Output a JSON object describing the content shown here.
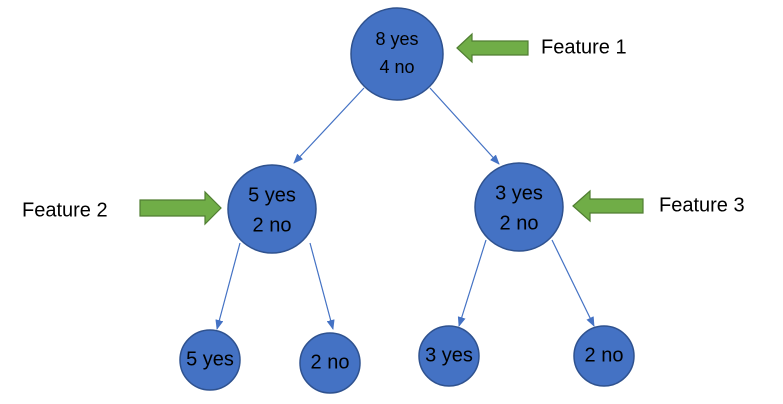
{
  "nodes": {
    "root": {
      "line1": "8 yes",
      "line2": "4 no"
    },
    "left": {
      "line1": "5 yes",
      "line2": "2 no"
    },
    "right": {
      "line1": "3 yes",
      "line2": "2 no"
    },
    "left_left": {
      "line1": "5 yes"
    },
    "left_right": {
      "line1": "2 no"
    },
    "right_left": {
      "line1": "3 yes"
    },
    "right_right": {
      "line1": "2 no"
    }
  },
  "features": {
    "feature1": "Feature 1",
    "feature2": "Feature 2",
    "feature3": "Feature 3"
  },
  "colors": {
    "node_fill": "#4472C4",
    "edge": "#4472C4",
    "arrow_fill": "#70AD47"
  }
}
